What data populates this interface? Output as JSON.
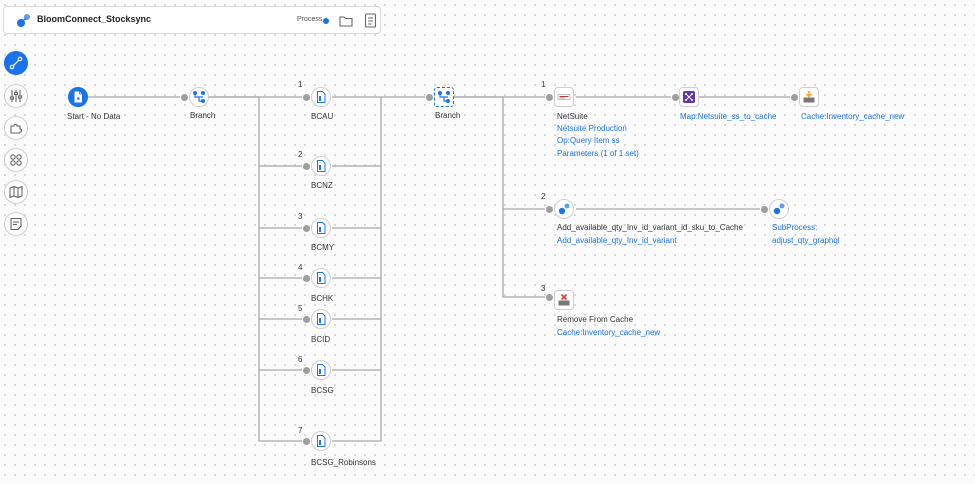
{
  "header": {
    "title": "BloomConnect_Stocksync",
    "process_label": "Process",
    "icons": [
      "process-icon",
      "folder-icon",
      "document-icon"
    ]
  },
  "toolbar": {
    "tools": [
      "connector-tool-icon",
      "sliders-icon",
      "puzzle-icon",
      "grid-icon",
      "map-icon",
      "notes-icon"
    ]
  },
  "colors": {
    "accent": "#1a73e8",
    "line": "#a8a8a8",
    "port": "#9e9e9e"
  },
  "shapes": {
    "start": {
      "label": "Start - No Data"
    },
    "branch1": {
      "label": "Branch"
    },
    "branch2": {
      "label": "Branch"
    },
    "bcau": {
      "num": "1",
      "label": "BCAU"
    },
    "bcnz": {
      "num": "2",
      "label": "BCNZ"
    },
    "bcmy": {
      "num": "3",
      "label": "BCMY"
    },
    "bchk": {
      "num": "4",
      "label": "BCHK"
    },
    "bcid": {
      "num": "5",
      "label": "BCID"
    },
    "bcsg": {
      "num": "6",
      "label": "BCSG"
    },
    "bcsg_robinsons": {
      "num": "7",
      "label": "BCSG_Robinsons"
    },
    "netsuite": {
      "num": "1",
      "label": "NetSuite",
      "details": [
        "Netsuite Production",
        "Op:Query Item ss",
        "Parameters (1 of 1 set)"
      ]
    },
    "map": {
      "label": "Map:Netsuite_ss_to_cache"
    },
    "cache": {
      "label": "Cache:Inventory_cache_new"
    },
    "add_available": {
      "num": "2",
      "label": "Add_available_qty_Inv_id_variant_id_sku_to_Cache",
      "detail": "Add_available_qty_Inv_id_variant"
    },
    "subprocess": {
      "line1": "SubProcess:",
      "line2": "adjust_qty_graphql"
    },
    "remove_cache": {
      "num": "3",
      "label": "Remove From Cache",
      "detail": "Cache:Inventory_cache_new"
    }
  }
}
